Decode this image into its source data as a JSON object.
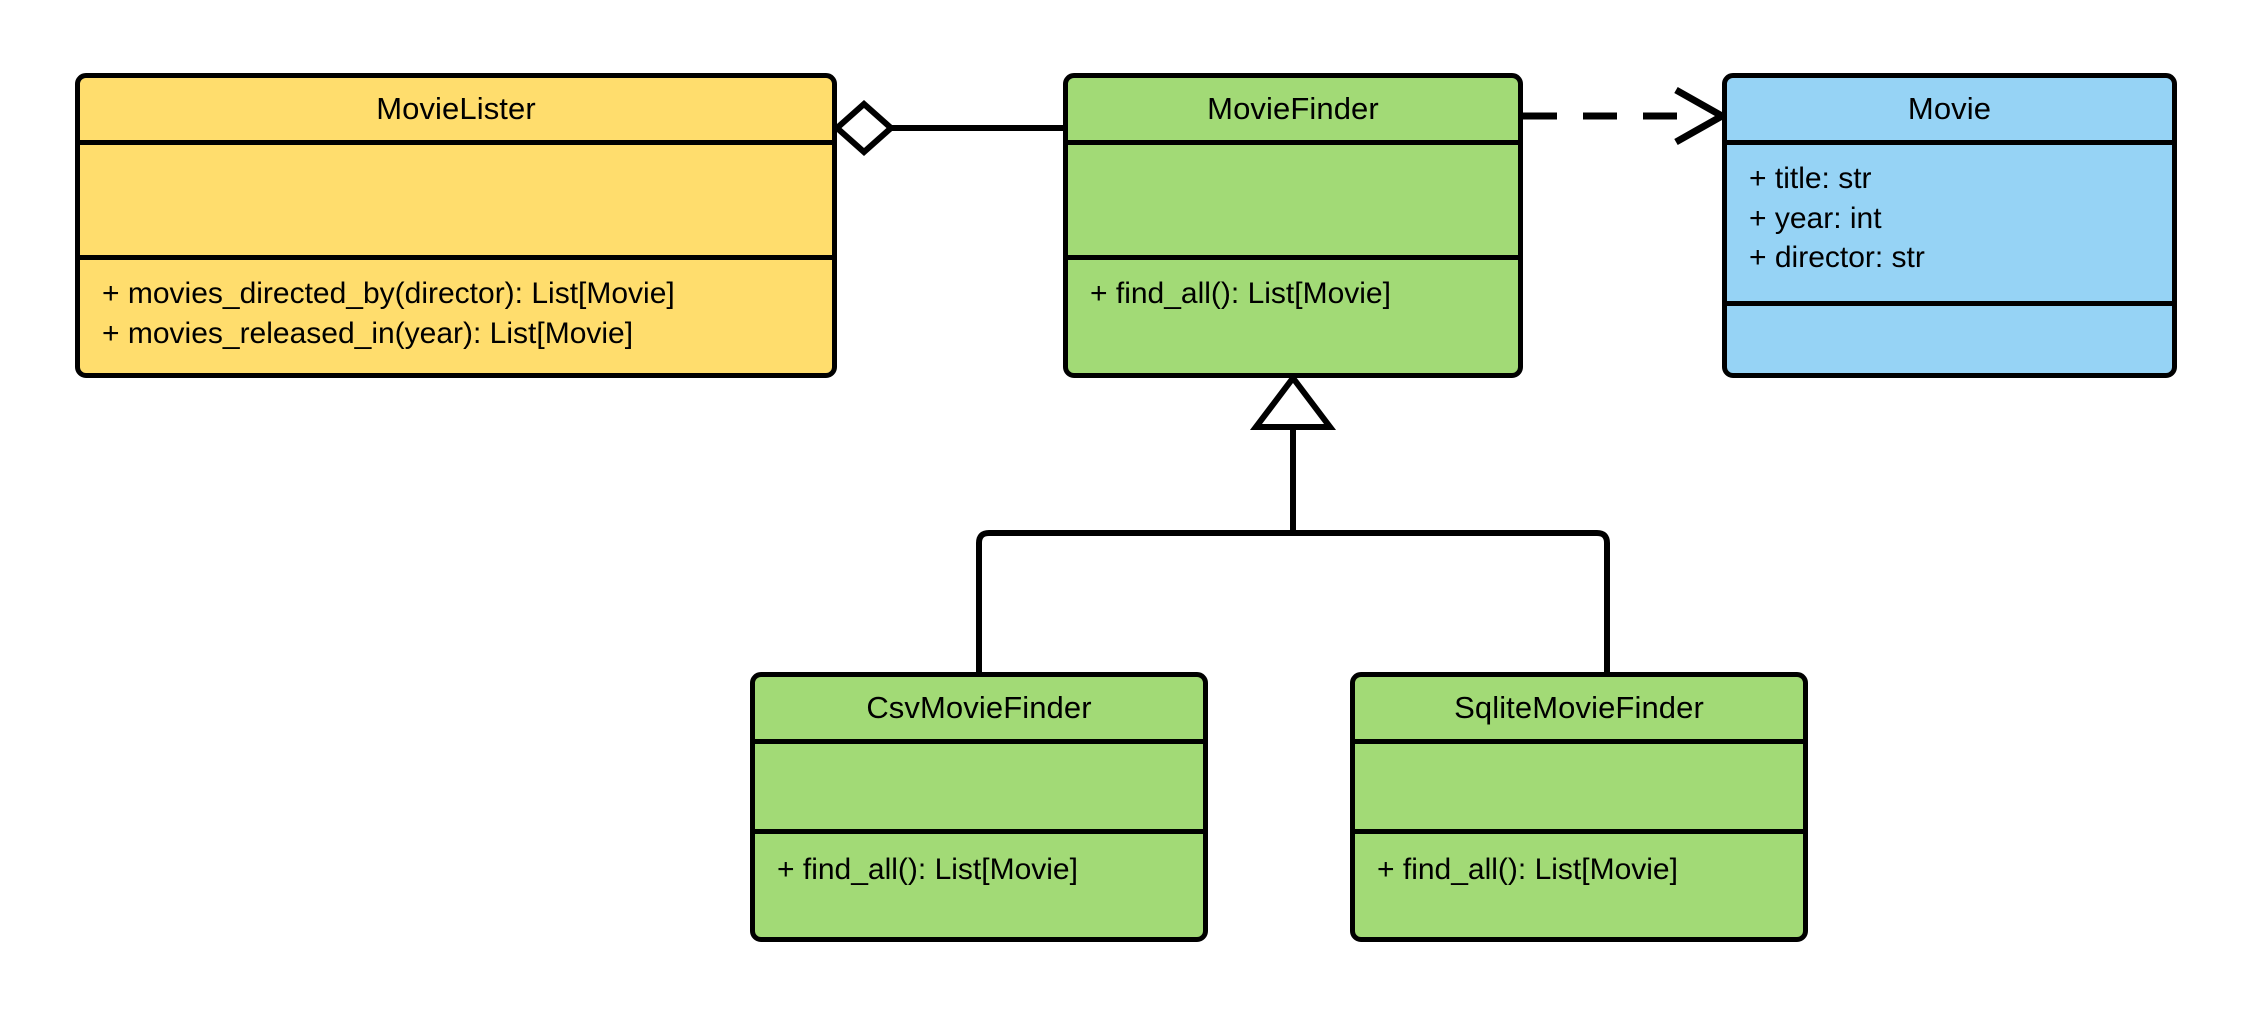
{
  "diagram": {
    "title": "UML Class Diagram",
    "type": "uml-class-diagram",
    "background": "#FFFFFF",
    "stroke_color": "#000000"
  },
  "palette": {
    "yellow": "#FFDD6D",
    "green": "#A2DA76",
    "blue": "#96D3F5",
    "outline": "#000000"
  },
  "classes": [
    {
      "id": "movielister",
      "name": "MovieLister",
      "color": "#FFDD6D",
      "attributes": [],
      "methods": [
        "+ movies_directed_by(director): List[Movie]",
        "+ movies_released_in(year): List[Movie]"
      ]
    },
    {
      "id": "moviefinder",
      "name": "MovieFinder",
      "color": "#A2DA76",
      "attributes": [],
      "methods": [
        "+ find_all(): List[Movie]"
      ]
    },
    {
      "id": "movie",
      "name": "Movie",
      "color": "#96D3F5",
      "attributes": [
        "+ title: str",
        "+ year: int",
        "+ director: str"
      ],
      "methods": []
    },
    {
      "id": "csvmoviefinder",
      "name": "CsvMovieFinder",
      "color": "#A2DA76",
      "attributes": [],
      "methods": [
        "+ find_all(): List[Movie]"
      ]
    },
    {
      "id": "sqlitemoviefinder",
      "name": "SqliteMovieFinder",
      "color": "#A2DA76",
      "attributes": [],
      "methods": [
        "+ find_all(): List[Movie]"
      ]
    }
  ],
  "relationships": [
    {
      "id": "aggregation-movielister-moviefinder",
      "type": "aggregation",
      "from": "MovieLister",
      "to": "MovieFinder",
      "line_style": "solid",
      "source_marker": "hollow-diamond",
      "target_marker": "none"
    },
    {
      "id": "dependency-moviefinder-movie",
      "type": "dependency",
      "from": "MovieFinder",
      "to": "Movie",
      "line_style": "dashed",
      "source_marker": "none",
      "target_marker": "open-arrow"
    },
    {
      "id": "inheritance-csvmoviefinder-moviefinder",
      "type": "generalization",
      "from": "CsvMovieFinder",
      "to": "MovieFinder",
      "line_style": "solid",
      "source_marker": "none",
      "target_marker": "hollow-triangle"
    },
    {
      "id": "inheritance-sqlitemoviefinder-moviefinder",
      "type": "generalization",
      "from": "SqliteMovieFinder",
      "to": "MovieFinder",
      "line_style": "solid",
      "source_marker": "none",
      "target_marker": "hollow-triangle"
    }
  ]
}
